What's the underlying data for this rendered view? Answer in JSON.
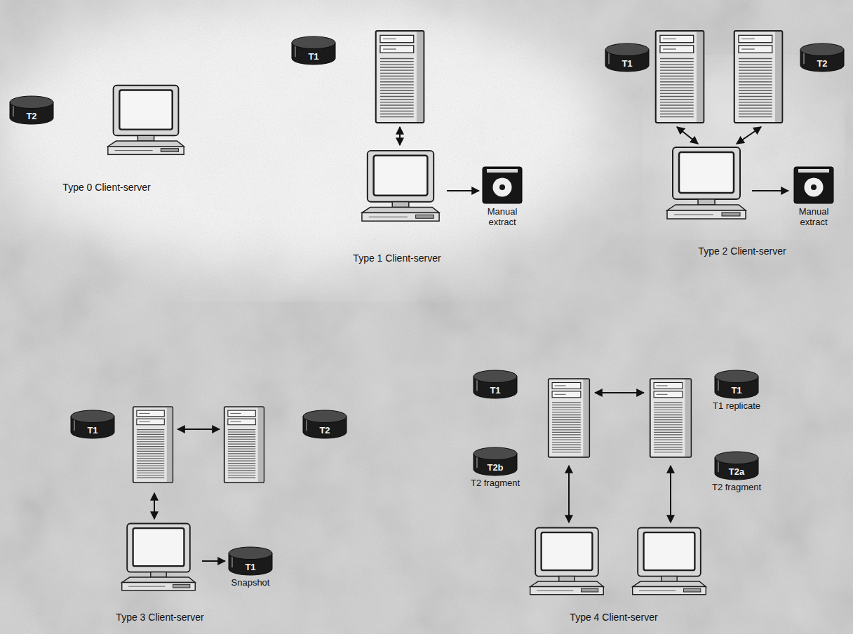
{
  "diagram": {
    "nodes": [
      {
        "text": [
          "T2"
        ]
      },
      {
        "text": [
          "T1"
        ]
      },
      {
        "text": [
          "Manual extract"
        ]
      },
      {
        "text": [
          "T1"
        ]
      },
      {
        "text": [
          "T2"
        ]
      },
      {
        "text": [
          "Manual extract"
        ]
      },
      {
        "text": [
          "T1"
        ]
      },
      {
        "text": [
          "T2"
        ]
      },
      {
        "text": [
          "T1",
          "Snapshot"
        ]
      },
      {
        "text": [
          "T1"
        ]
      },
      {
        "text": [
          "T1",
          "T1 replicate"
        ]
      },
      {
        "text": [
          "T2b",
          "T2 fragment"
        ]
      },
      {
        "text": [
          "T2a",
          "T2 fragment"
        ]
      }
    ],
    "labels": [
      "Type 0 Client-server",
      "Type 1 Client-server",
      "Type 2 Client-server",
      "Type 3 Client-server",
      "Type 4 Client-server"
    ]
  }
}
